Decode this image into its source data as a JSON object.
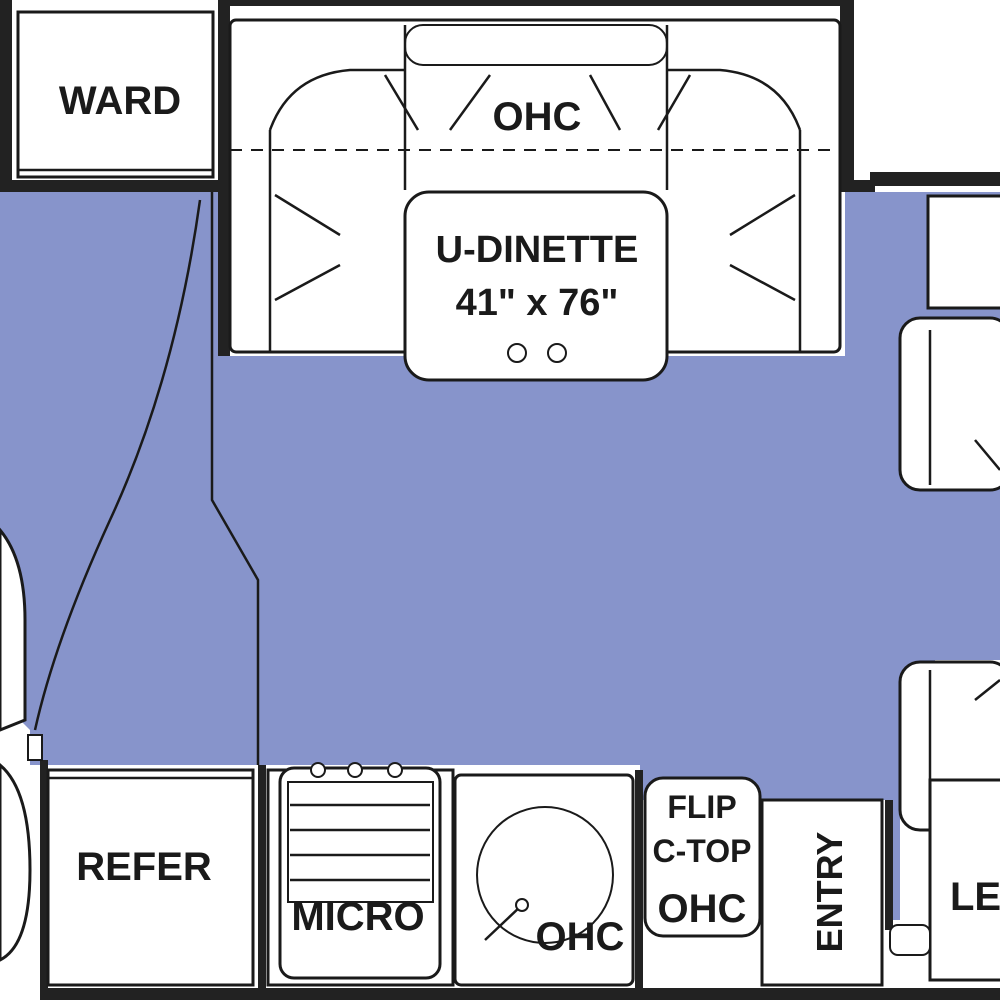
{
  "colors": {
    "floor": "#8794cb",
    "wall": "#222222",
    "fixture": "#ffffff",
    "line": "#1a1a1a"
  },
  "labels": {
    "ward": "WARD",
    "ohc_dinette": "OHC",
    "dinette_name": "U-DINETTE",
    "dinette_size": "41\" x 76\"",
    "refer": "REFER",
    "micro": "MICRO",
    "ohc_galley": "OHC",
    "flip_1": "FLIP",
    "flip_2": "C-TOP",
    "ohc_flip": "OHC",
    "entry": "ENTRY",
    "partial_right": "LE"
  }
}
